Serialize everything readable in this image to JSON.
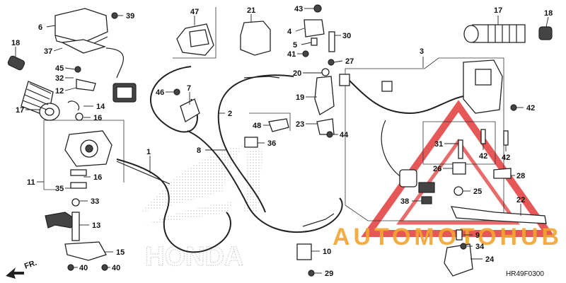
{
  "diagram": {
    "code": "HR49F0300",
    "front_label": "FR.",
    "brand_watermark": "HONDA",
    "dealer_watermark": "AUTOMOTOHUB",
    "callouts": [
      "1",
      "2",
      "3",
      "4",
      "5",
      "6",
      "7",
      "8",
      "9",
      "10",
      "11",
      "12",
      "13",
      "14",
      "15",
      "16",
      "16",
      "17",
      "17",
      "18",
      "18",
      "19",
      "20",
      "21",
      "22",
      "23",
      "24",
      "25",
      "26",
      "27",
      "28",
      "29",
      "30",
      "31",
      "32",
      "33",
      "34",
      "35",
      "36",
      "37",
      "38",
      "39",
      "40",
      "40",
      "41",
      "42",
      "42",
      "42",
      "43",
      "44",
      "45",
      "46",
      "47",
      "48"
    ]
  },
  "colors": {
    "watermark_red": "#e23b3b",
    "watermark_orange": "#f2a531",
    "watermark_gray": "#6d6d6d"
  }
}
